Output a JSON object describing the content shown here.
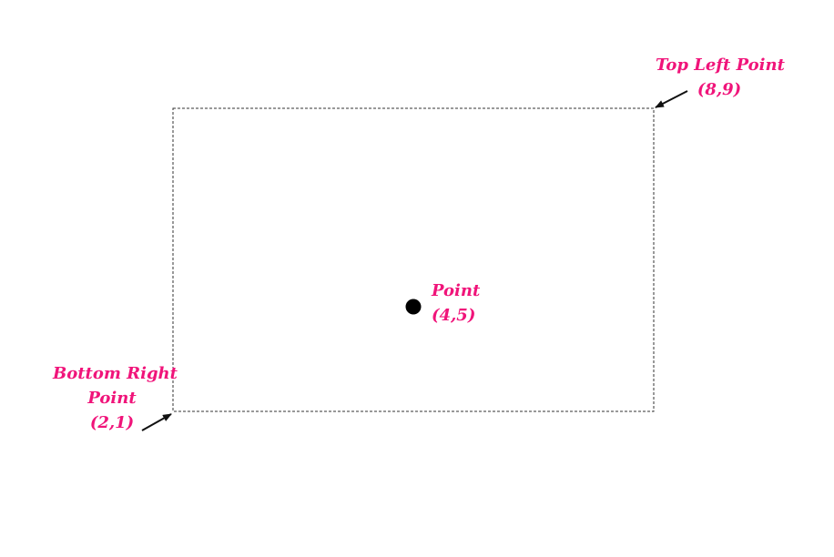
{
  "colors": {
    "label": "#f0147a",
    "rect_border": "#333333",
    "point": "#000000",
    "arrow": "#111111"
  },
  "labels": {
    "top_left": {
      "line1": "Top Left Point",
      "line2": "(8,9)"
    },
    "bottom_right": {
      "line1": "Bottom Right",
      "line2": "Point",
      "line3": "(2,1)"
    },
    "point": {
      "line1": "Point",
      "line2": "(4,5)"
    }
  }
}
